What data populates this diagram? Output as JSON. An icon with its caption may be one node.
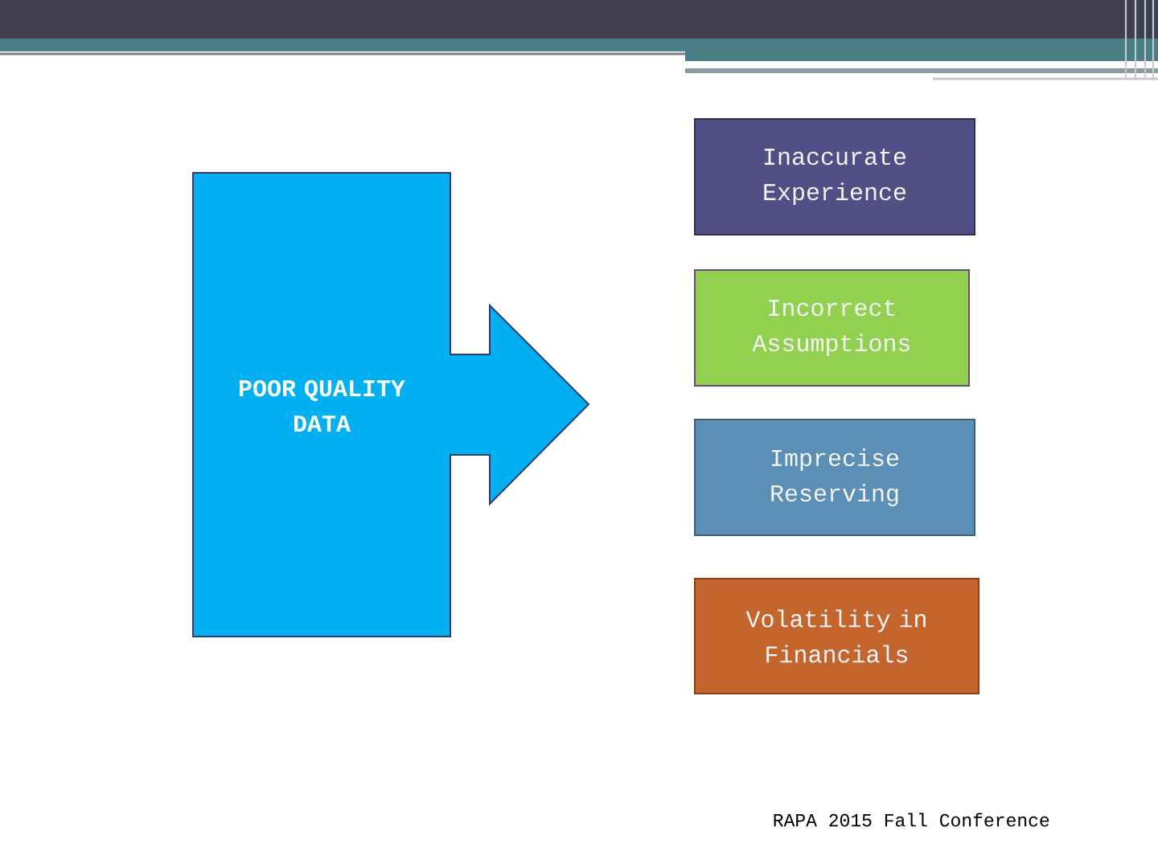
{
  "diagram": {
    "nodes": [
      {
        "text": [
          "POOR QUALITY DATA"
        ]
      },
      {
        "text": [
          "Inaccurate Experience"
        ]
      },
      {
        "text": [
          "Incorrect Assumptions"
        ]
      },
      {
        "text": [
          "Imprecise Reserving"
        ]
      },
      {
        "text": [
          "Volatility in Financials"
        ]
      }
    ],
    "labels": [
      "RAPA 2015 Fall Conference"
    ]
  }
}
